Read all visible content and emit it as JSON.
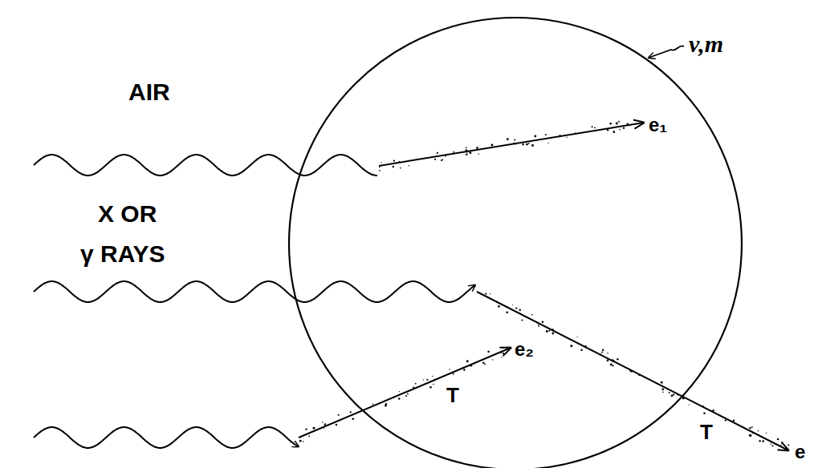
{
  "diagram": {
    "labels": [
      "AIR",
      "X OR",
      "γ RAYS",
      "v,m",
      "e₁",
      "T",
      "e₂",
      "T",
      "e"
    ]
  }
}
